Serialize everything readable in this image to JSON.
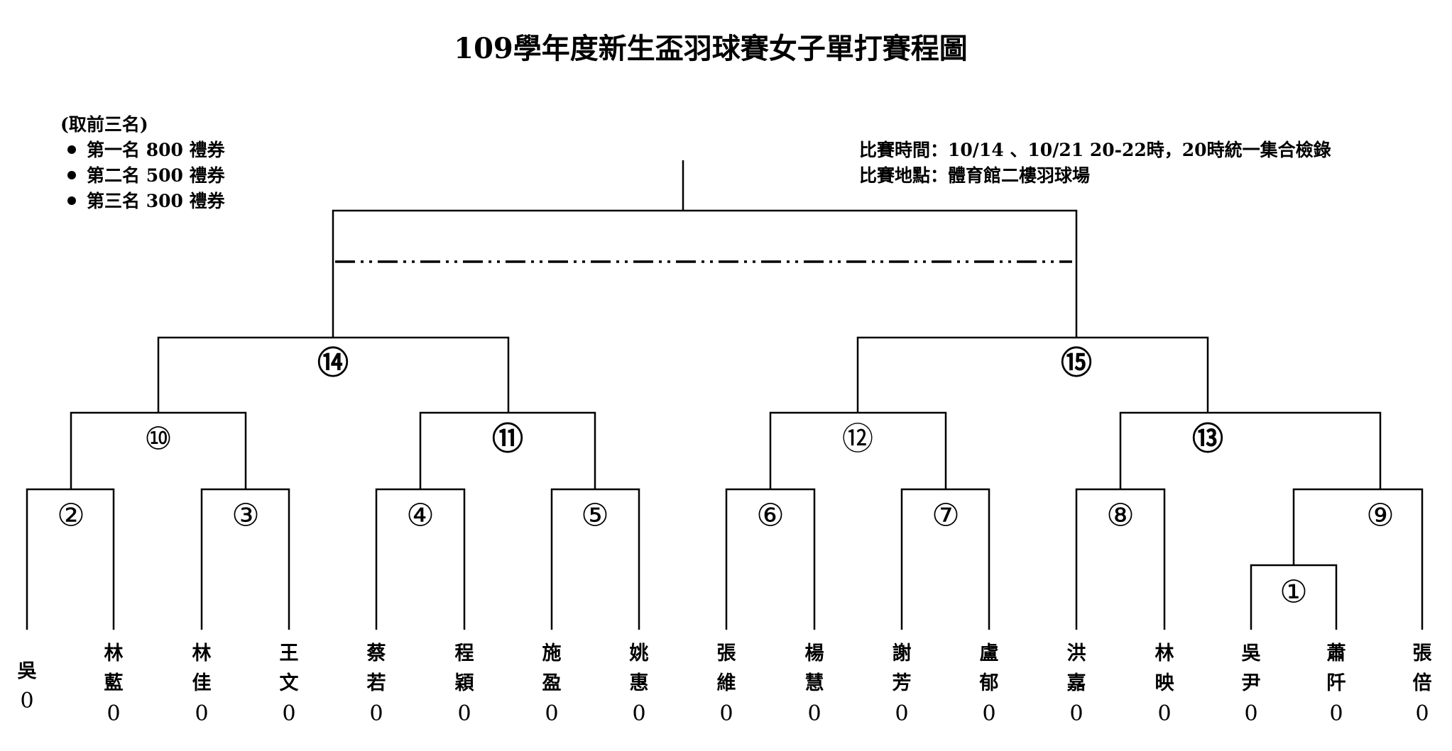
{
  "title": "109學年度新生盃羽球賽女子單打賽程圖",
  "prizes": {
    "heading": "(取前三名)",
    "items": [
      "第一名 800 禮券",
      "第二名 500 禮券",
      "第三名 300 禮券"
    ]
  },
  "info": {
    "time": "比賽時間：10/14 、10/21  20-22時，20時統一集合檢錄",
    "place": "比賽地點：體育館二樓羽球場"
  },
  "matches": [
    {
      "id": "m1",
      "label": "①"
    },
    {
      "id": "m2",
      "label": "②"
    },
    {
      "id": "m3",
      "label": "③"
    },
    {
      "id": "m4",
      "label": "④"
    },
    {
      "id": "m5",
      "label": "⑤"
    },
    {
      "id": "m6",
      "label": "⑥"
    },
    {
      "id": "m7",
      "label": "⑦"
    },
    {
      "id": "m8",
      "label": "⑧"
    },
    {
      "id": "m9",
      "label": "⑨"
    },
    {
      "id": "m10",
      "label": "⑩"
    },
    {
      "id": "m11",
      "label": "⑪"
    },
    {
      "id": "m12",
      "label": "⑫"
    },
    {
      "id": "m13",
      "label": "⑬"
    },
    {
      "id": "m14",
      "label": "⑭"
    },
    {
      "id": "m15",
      "label": "⑮"
    }
  ],
  "players": [
    {
      "chars": [
        "吳"
      ],
      "score": "0"
    },
    {
      "chars": [
        "林",
        "藍"
      ],
      "score": "0"
    },
    {
      "chars": [
        "林",
        "佳"
      ],
      "score": "0"
    },
    {
      "chars": [
        "王",
        "文"
      ],
      "score": "0"
    },
    {
      "chars": [
        "蔡",
        "若"
      ],
      "score": "0"
    },
    {
      "chars": [
        "程",
        "穎"
      ],
      "score": "0"
    },
    {
      "chars": [
        "施",
        "盈"
      ],
      "score": "0"
    },
    {
      "chars": [
        "姚",
        "惠"
      ],
      "score": "0"
    },
    {
      "chars": [
        "張",
        "維"
      ],
      "score": "0"
    },
    {
      "chars": [
        "楊",
        "慧"
      ],
      "score": "0"
    },
    {
      "chars": [
        "謝",
        "芳"
      ],
      "score": "0"
    },
    {
      "chars": [
        "盧",
        "郁"
      ],
      "score": "0"
    },
    {
      "chars": [
        "洪",
        "嘉"
      ],
      "score": "0"
    },
    {
      "chars": [
        "林",
        "映"
      ],
      "score": "0"
    },
    {
      "chars": [
        "吳",
        "尹"
      ],
      "score": "0"
    },
    {
      "chars": [
        "蕭",
        "阡"
      ],
      "score": "0"
    },
    {
      "chars": [
        "張",
        "倍"
      ],
      "score": "0"
    }
  ]
}
